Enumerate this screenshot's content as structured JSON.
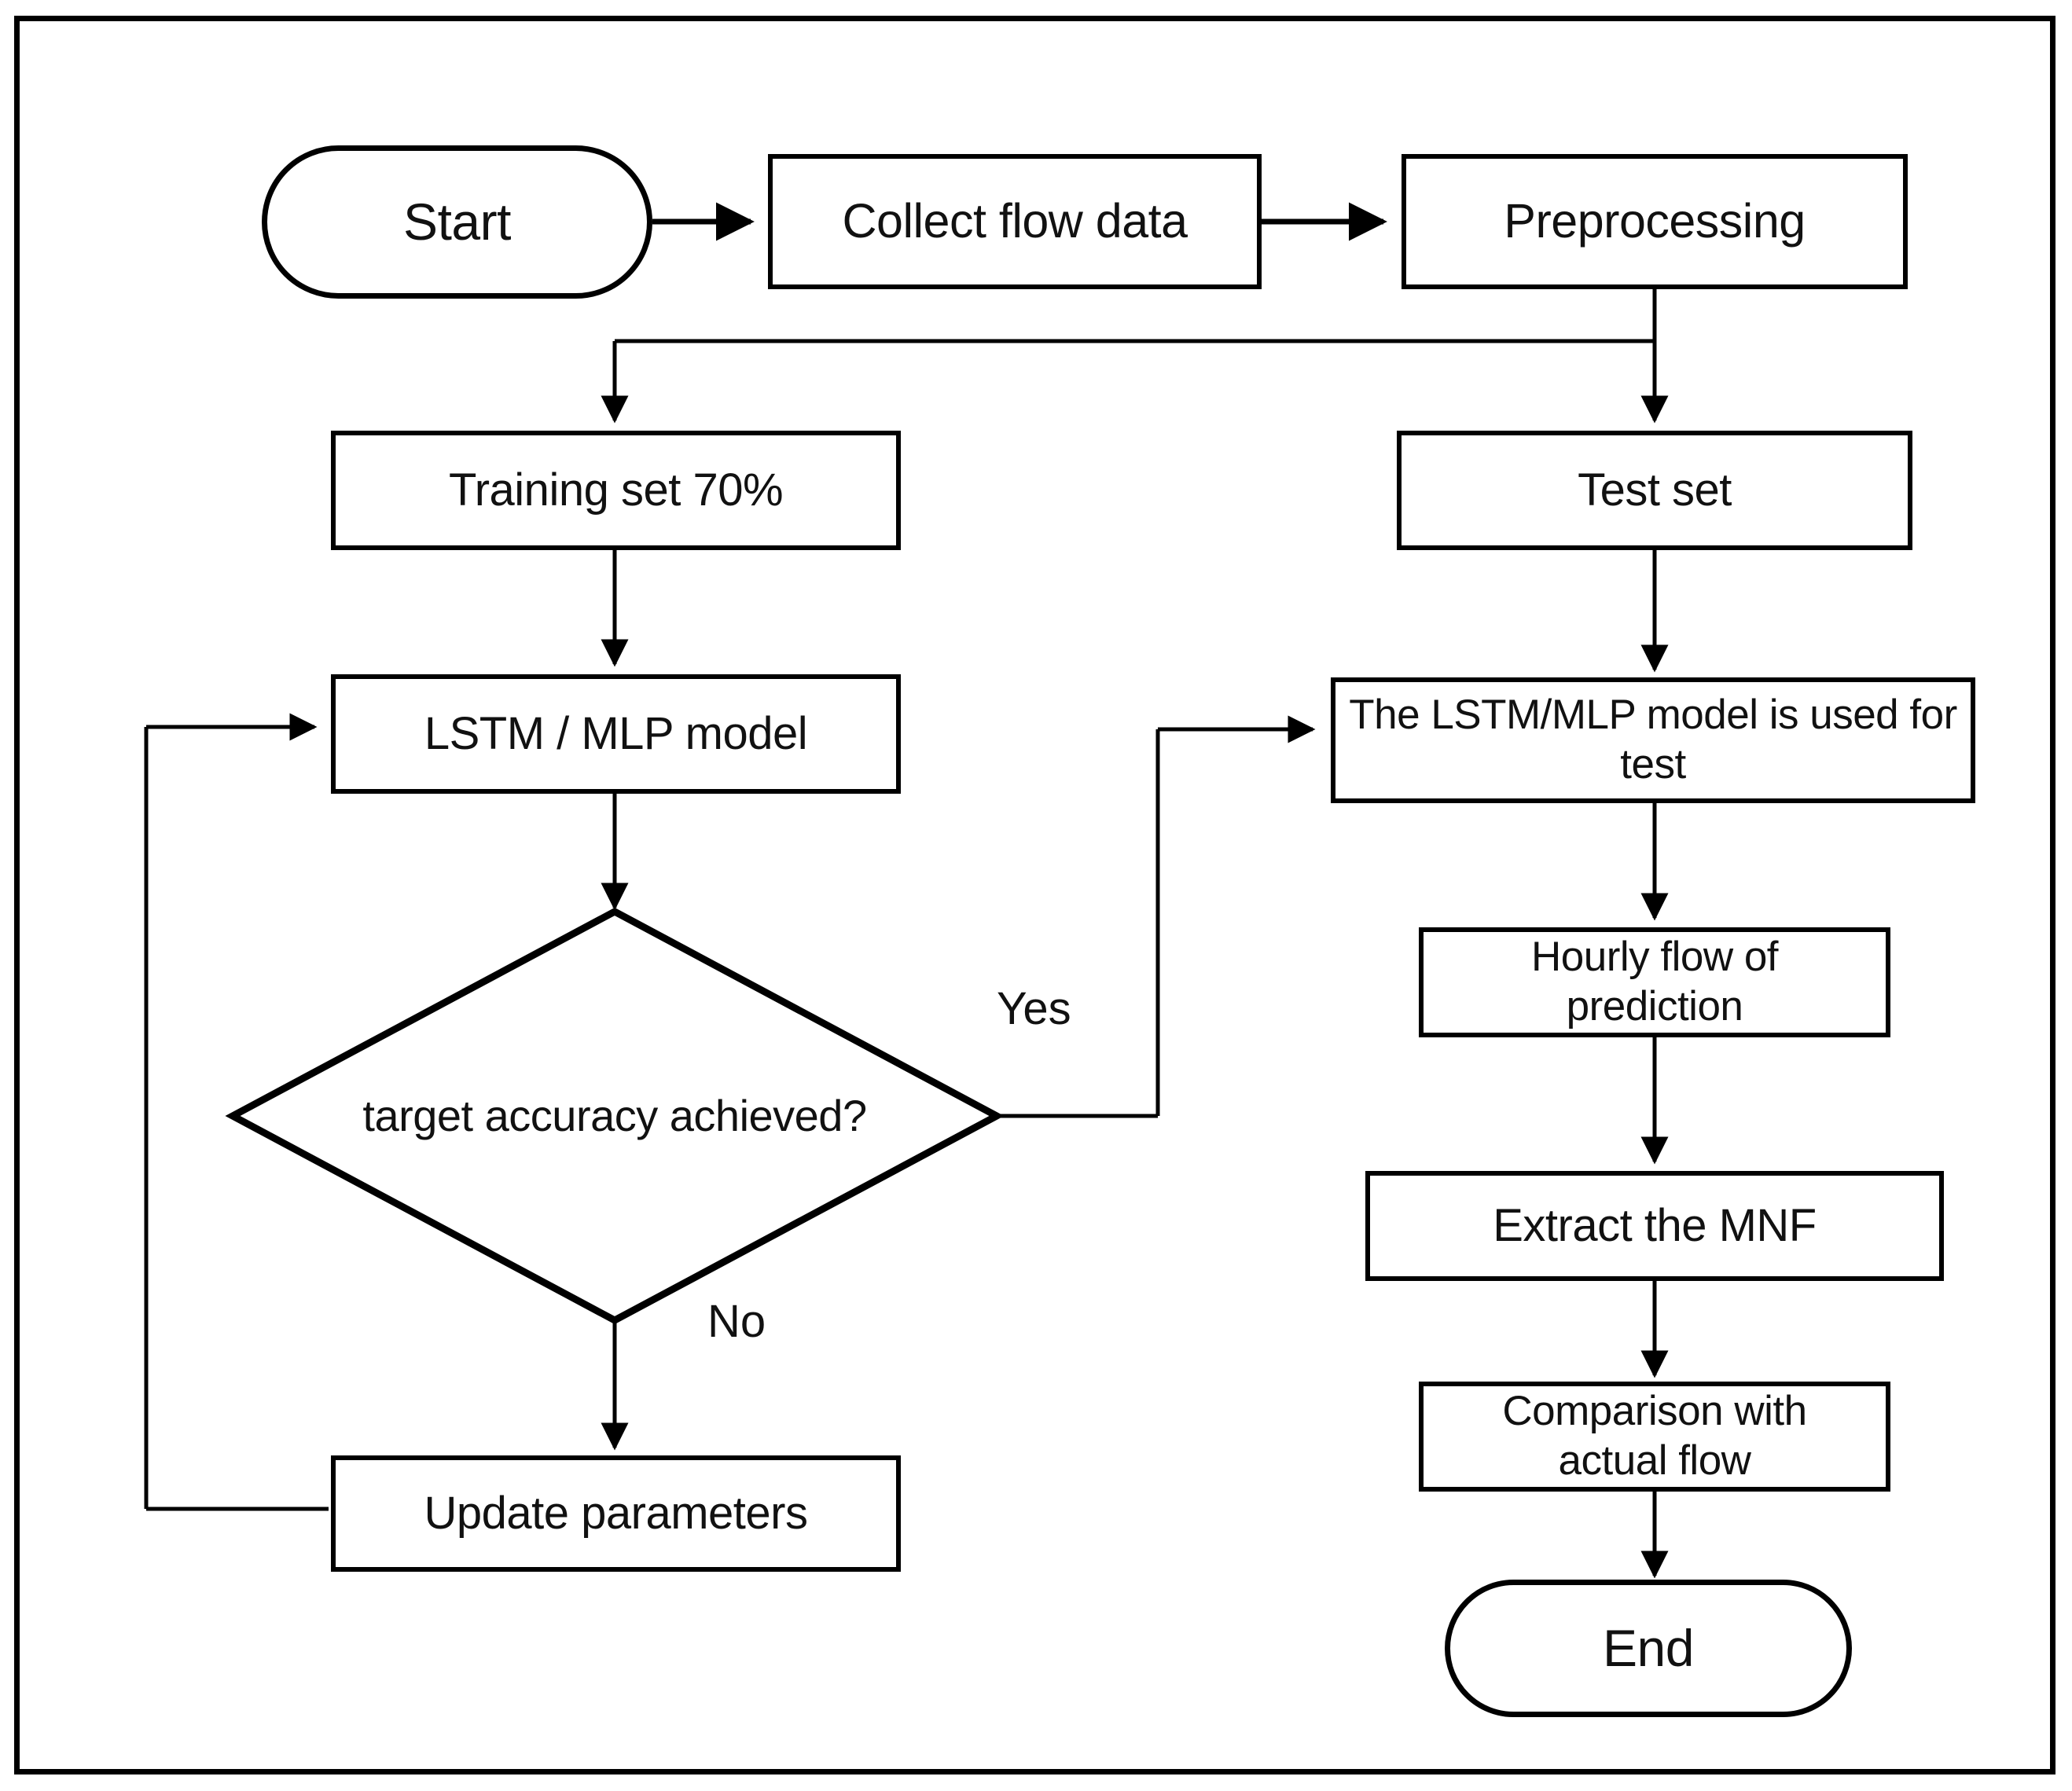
{
  "diagram": {
    "title": "Flow prediction model workflow flowchart",
    "type": "flowchart",
    "colors": {
      "stroke": "#000000",
      "fill": "#ffffff",
      "text": "#111111"
    },
    "nodes": [
      {
        "id": "start",
        "label": "Start",
        "shape": "terminal"
      },
      {
        "id": "collect",
        "label": "Collect flow data",
        "shape": "process"
      },
      {
        "id": "preprocess",
        "label": "Preprocessing",
        "shape": "process"
      },
      {
        "id": "training_set",
        "label": "Training set 70%",
        "shape": "process"
      },
      {
        "id": "test_set",
        "label": "Test set",
        "shape": "process"
      },
      {
        "id": "model",
        "label": "LSTM / MLP model",
        "shape": "process"
      },
      {
        "id": "model_test",
        "label": "The LSTM/MLP model is used for test",
        "shape": "process"
      },
      {
        "id": "decision",
        "label": "target accuracy achieved?",
        "shape": "decision"
      },
      {
        "id": "hourly",
        "label": "Hourly flow of prediction",
        "shape": "process"
      },
      {
        "id": "mnf",
        "label": "Extract the MNF",
        "shape": "process"
      },
      {
        "id": "compare",
        "label": "Comparison with actual flow",
        "shape": "process"
      },
      {
        "id": "update",
        "label": "Update parameters",
        "shape": "process"
      },
      {
        "id": "end",
        "label": "End",
        "shape": "terminal"
      }
    ],
    "edge_labels": {
      "yes": "Yes",
      "no": "No"
    },
    "edges": [
      {
        "from": "start",
        "to": "collect",
        "label": ""
      },
      {
        "from": "collect",
        "to": "preprocess",
        "label": ""
      },
      {
        "from": "preprocess",
        "to": "training_set",
        "label": ""
      },
      {
        "from": "preprocess",
        "to": "test_set",
        "label": ""
      },
      {
        "from": "training_set",
        "to": "model",
        "label": ""
      },
      {
        "from": "model",
        "to": "decision",
        "label": ""
      },
      {
        "from": "decision",
        "to": "model_test",
        "label": "Yes"
      },
      {
        "from": "decision",
        "to": "update",
        "label": "No"
      },
      {
        "from": "update",
        "to": "model",
        "label": ""
      },
      {
        "from": "test_set",
        "to": "model_test",
        "label": ""
      },
      {
        "from": "model_test",
        "to": "hourly",
        "label": ""
      },
      {
        "from": "hourly",
        "to": "mnf",
        "label": ""
      },
      {
        "from": "mnf",
        "to": "compare",
        "label": ""
      },
      {
        "from": "compare",
        "to": "end",
        "label": ""
      }
    ]
  }
}
